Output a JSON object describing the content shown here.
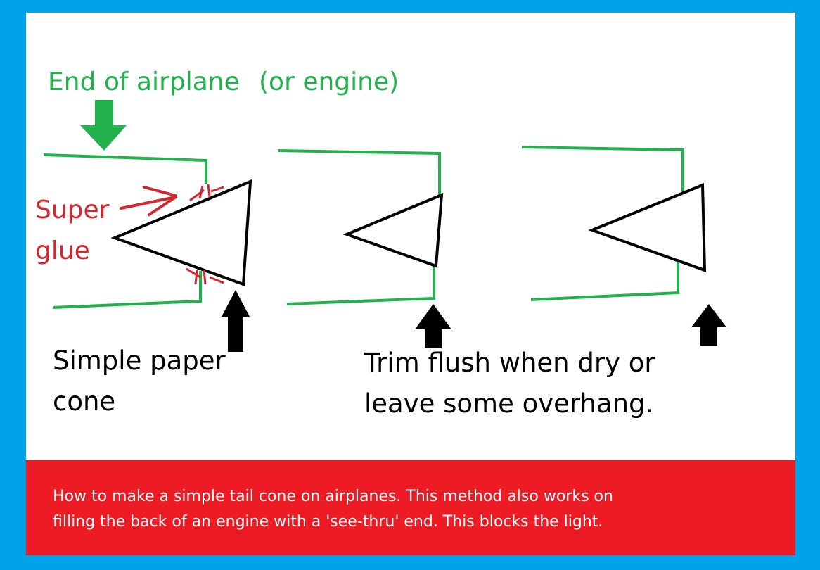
{
  "labels": {
    "end_of_airplane": "End of airplane",
    "or_engine": "(or engine)",
    "super": "Super",
    "glue": "glue",
    "simple_line1": "Simple paper",
    "simple_line2": "cone",
    "trim_line1": "Trim flush when dry or",
    "trim_line2": "leave some overhang."
  },
  "caption": {
    "line1": "How to make a simple tail cone on airplanes. This method also works on",
    "line2": "filling the back of an engine with a 'see-thru' end. This blocks the light."
  },
  "colors": {
    "frame": "#00a2e8",
    "canvas": "#ffffff",
    "caption_bg": "#ed1c24",
    "fuselage_green": "#22b14c",
    "glue_red": "#d3262e",
    "cone_black": "#000000"
  }
}
